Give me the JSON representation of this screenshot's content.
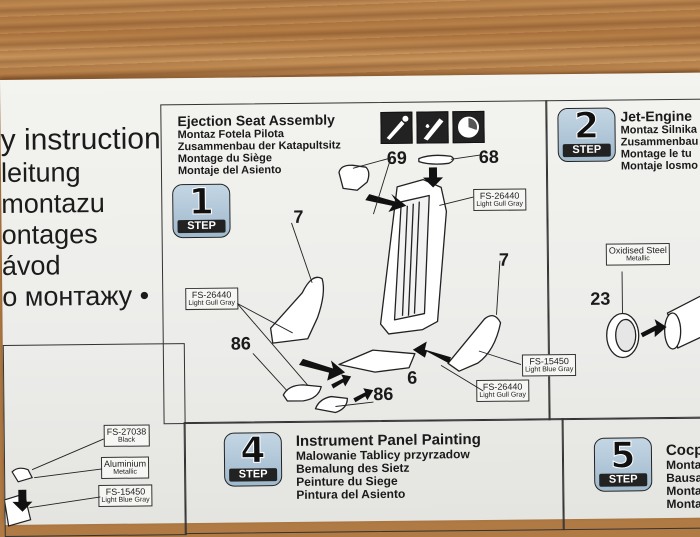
{
  "left_header": {
    "lines": [
      "y instruction",
      "leitung",
      "montazu",
      "ontages",
      "ávod",
      "о монтажу •"
    ]
  },
  "step1": {
    "number": "1",
    "label": "STEP",
    "titles": [
      "Ejection Seat  Assembly",
      "Montaz Fotela Pilota",
      "Zusammenbau der Katapultsitz",
      "Montage du Siège",
      "Montaje del Asiento"
    ],
    "icons": [
      "brush-icon",
      "glue-icon",
      "clock-icon"
    ]
  },
  "step2": {
    "number": "2",
    "label": "STEP",
    "titles": [
      "Jet-Engine",
      "Montaz Silnika",
      "Zusammenbau",
      "Montage le tu",
      "Montaje losmo"
    ]
  },
  "step4": {
    "number": "4",
    "label": "STEP",
    "titles": [
      "Instrument Panel Painting",
      "Malowanie Tablicy przyrzadow",
      "Bemalung des Sietz",
      "Peinture du Siege",
      "Pintura del Asiento"
    ]
  },
  "step5": {
    "number": "5",
    "label": "STEP",
    "titles": [
      "Cocp",
      "Monta",
      "Bausa",
      "Monta",
      "Monta"
    ]
  },
  "parts": {
    "p69": "69",
    "p68": "68",
    "p7a": "7",
    "p7b": "7",
    "p86a": "86",
    "p86b": "86",
    "p6": "6",
    "p23": "23"
  },
  "paint_tags": {
    "t1_code": "FS-26440",
    "t1_name": "Light Gull Gray",
    "t2_code": "FS-26440",
    "t2_name": "Light Gull Gray",
    "t3_code": "FS-15450",
    "t3_name": "Light Blue Gray",
    "t4_code": "FS-26440",
    "t4_name": "Light Gull Gray",
    "t5_code": "Oxidised Steel",
    "t5_name": "Metallic",
    "t6_code": "FS-27038",
    "t6_name": "Black",
    "t7_code": "Aluminium",
    "t7_name": "Metallic",
    "t8_code": "FS-15450",
    "t8_name": "Light Blue Gray"
  }
}
